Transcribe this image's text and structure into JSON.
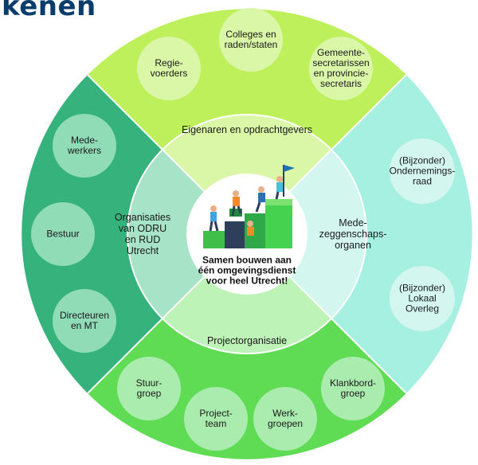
{
  "header": {
    "title_fragment": "kenen"
  },
  "center": {
    "text": "Samen bouwen aan\néén omgevingsdienst\nvoor heel Utrecht!"
  },
  "sectors": {
    "top": "Eigenaren en opdrachtgevers",
    "left": "Organisaties\nvan ODRU\nen RUD\nUtrecht",
    "right": "Mede-\nzeggenschaps-\norganen",
    "bottom": "Projectorganisatie"
  },
  "groups": {
    "top": [
      "Regie-\nvoerders",
      "Colleges en\nraden/staten",
      "Gemeente-\nsecretarissen\nen provincie-\nsecretaris"
    ],
    "left": [
      "Mede-\nwerkers",
      "Bestuur",
      "Directeuren\nen MT"
    ],
    "right": [
      "(Bijzonder)\nOndernemings-\nraad",
      "(Bijzonder)\nLokaal\nOverleg"
    ],
    "bottom": [
      "Stuur-\ngroep",
      "Project-\nteam",
      "Werk-\ngroepen",
      "Klankbord-\ngroep"
    ]
  },
  "colors": {
    "top_outer": "#bdf05a",
    "top_inner": "#daf6a7",
    "left_outer": "#36b37c",
    "left_inner": "#a7e3c6",
    "right_outer": "#a6f0e2",
    "right_inner": "#d3f7ef",
    "bottom_outer": "#5fdc54",
    "bottom_inner": "#bdf3b6",
    "title": "#0a3d6b"
  }
}
